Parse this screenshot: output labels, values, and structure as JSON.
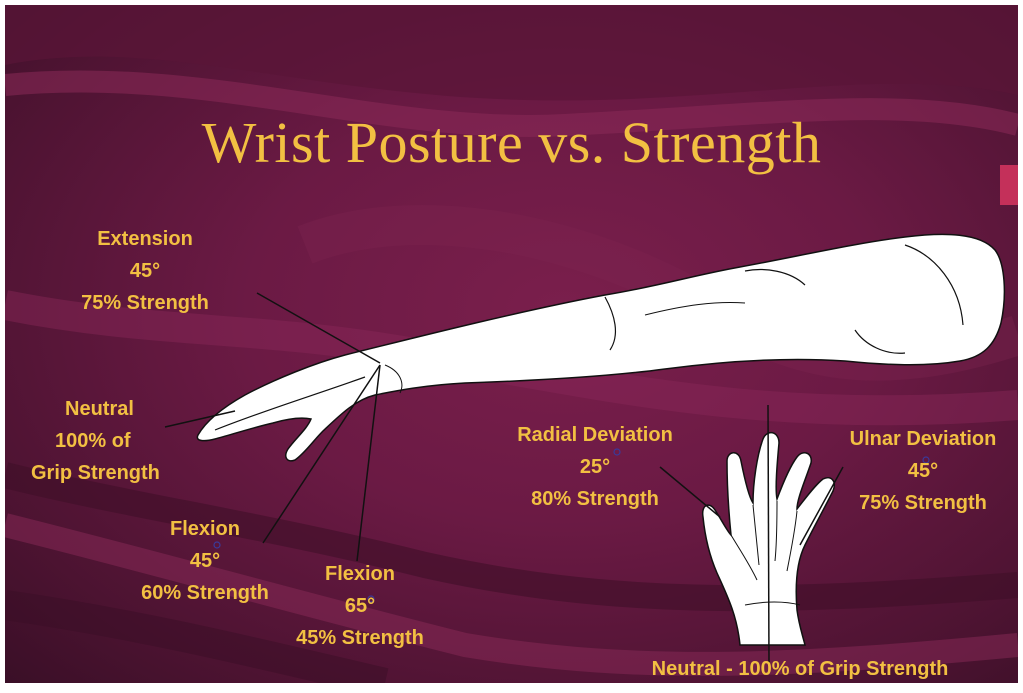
{
  "title": "Wrist Posture vs. Strength",
  "colors": {
    "background": "#6b1a44",
    "text": "#f2c042",
    "drawing_fill": "#ffffff",
    "drawing_line": "#111111"
  },
  "labels": {
    "extension": {
      "name": "Extension",
      "angle": "45°",
      "strength": "75% Strength"
    },
    "neutral": {
      "name": "Neutral",
      "line1": "100% of",
      "line2": "Grip Strength"
    },
    "flexion_45": {
      "name": "Flexion",
      "angle": "45°",
      "strength": "60% Strength"
    },
    "flexion_65": {
      "name": "Flexion",
      "angle": "65°",
      "strength": "45% Strength"
    },
    "radial_deviation": {
      "name": "Radial Deviation",
      "angle": "25°",
      "strength": "80% Strength"
    },
    "ulnar_deviation": {
      "name": "Ulnar Deviation",
      "angle": "45°",
      "strength": "75% Strength"
    },
    "neutral_hand": "Neutral - 100% of Grip Strength"
  }
}
